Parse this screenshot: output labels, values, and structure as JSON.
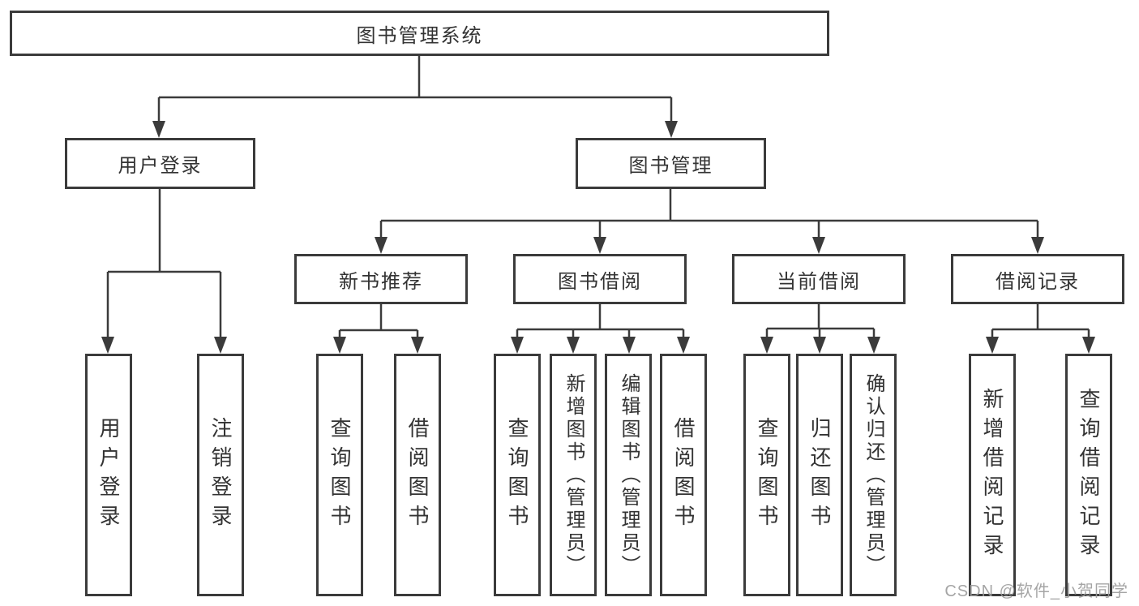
{
  "diagram": {
    "root": {
      "label": "图书管理系统"
    },
    "level1": [
      {
        "label": "用户登录"
      },
      {
        "label": "图书管理"
      }
    ],
    "level2": [
      {
        "label": "新书推荐"
      },
      {
        "label": "图书借阅"
      },
      {
        "label": "当前借阅"
      },
      {
        "label": "借阅记录"
      }
    ],
    "leaves": [
      {
        "label": "用户登录"
      },
      {
        "label": "注销登录"
      },
      {
        "label": "查询图书"
      },
      {
        "label": "借阅图书"
      },
      {
        "label": "查询图书"
      },
      {
        "label": "新增图书（管理员）"
      },
      {
        "label": "编辑图书（管理员）"
      },
      {
        "label": "借阅图书"
      },
      {
        "label": "查询图书"
      },
      {
        "label": "归还图书"
      },
      {
        "label": "确认归还（管理员）"
      },
      {
        "label": "新增借阅记录"
      },
      {
        "label": "查询借阅记录"
      }
    ],
    "watermark": "CSDN @软件_小贺同学",
    "colors": {
      "line": "#3b3b3b",
      "text": "#333333",
      "background": "#ffffff",
      "watermark": "#9b9b9b"
    }
  }
}
